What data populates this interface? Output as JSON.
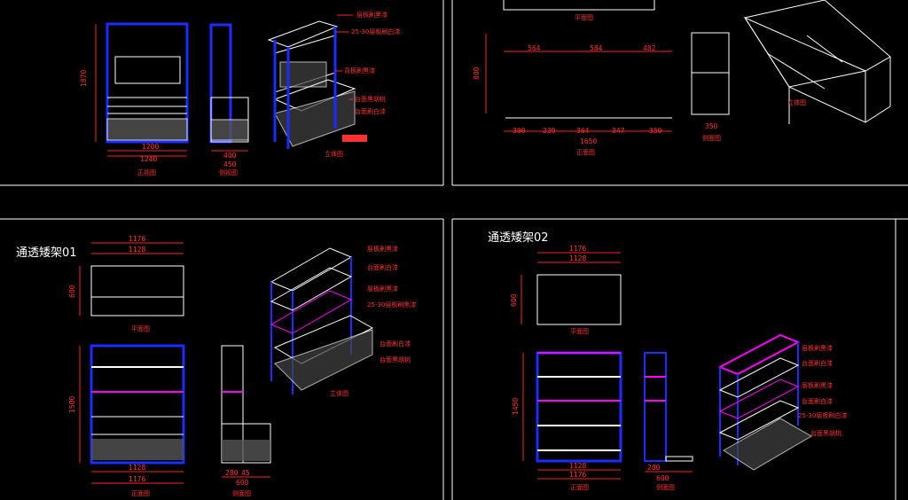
{
  "sheet_titles": {
    "low_rack_01": "通透矮架01",
    "low_rack_02": "通透矮架02"
  },
  "top_left": {
    "front_height": "1870",
    "front_width": "1240",
    "front_sub": "1200",
    "side_depth": "400",
    "side_total": "450",
    "iso_notes": [
      "层板刷黑漆",
      "25-30层板刷白漆",
      "背板刷黑漆",
      "台面黑胡桃",
      "台面刷白漆"
    ],
    "cap_front": "正视图",
    "cap_side": "侧视图",
    "cap_iso": "立体图"
  },
  "top_right": {
    "plan_dims": [
      "564",
      "584",
      "482"
    ],
    "front_dims": [
      "300",
      "239",
      "364",
      "347",
      "350"
    ],
    "front_total": "1650",
    "front_height": "800",
    "small_width": "350",
    "cap_plan": "平面图",
    "cap_front": "正面图",
    "cap_side": "侧面图",
    "cap_iso": "立体图"
  },
  "bottom_left": {
    "plan_top_dims": [
      "1176",
      "1128"
    ],
    "plan_height": "600",
    "front_height": "1500",
    "front_bottom_dims": [
      "1128",
      "1176"
    ],
    "side_dims": [
      "280",
      "45",
      "600"
    ],
    "iso_notes": [
      "层板刷黑漆",
      "台面刷白漆",
      "层板刷黑漆",
      "25-30层板刷黑漆",
      "台面刷白漆",
      "台面黑胡桃"
    ],
    "cap_plan": "平面图",
    "cap_front": "正面图",
    "cap_side": "侧面图",
    "cap_iso": "立体图"
  },
  "bottom_right": {
    "plan_top_dims": [
      "1176",
      "1128"
    ],
    "plan_height": "600",
    "front_height": "1450",
    "front_bottom_dims": [
      "1128",
      "1176"
    ],
    "side_dims": [
      "280",
      "600"
    ],
    "iso_notes": [
      "层板刷黑漆",
      "台面刷白漆",
      "层板刷黑漆",
      "台面刷白漆",
      "25-30层板刷白漆",
      "台面黑胡桃"
    ],
    "cap_plan": "平面图",
    "cap_front": "正面图",
    "cap_side": "侧面图"
  },
  "colors": {
    "frame": "#1a2cff",
    "dim": "#ff2020",
    "line": "#ffffff",
    "shelf_accent": "#ff00ff"
  }
}
